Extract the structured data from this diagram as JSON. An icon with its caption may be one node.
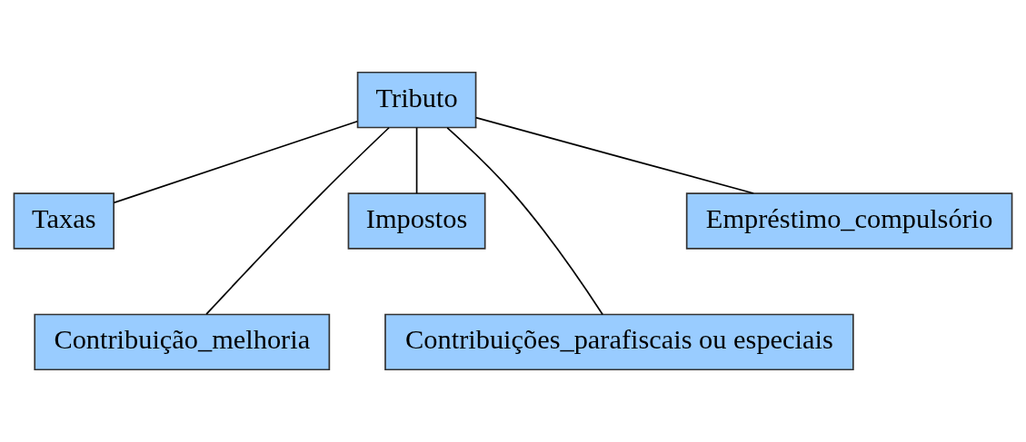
{
  "diagram": {
    "nodes": [
      {
        "text": [
          "Tributo"
        ]
      },
      {
        "text": [
          "Taxas"
        ]
      },
      {
        "text": [
          "Contribuição_melhoria"
        ]
      },
      {
        "text": [
          "Impostos"
        ]
      },
      {
        "text": [
          "Contribuições_parafiscais ou especiais"
        ]
      },
      {
        "text": [
          "Empréstimo_compulsório"
        ]
      }
    ],
    "edges": [
      {
        "from": 0,
        "to": 1,
        "arrow": "none"
      },
      {
        "from": 0,
        "to": 2,
        "arrow": "none"
      },
      {
        "from": 0,
        "to": 3,
        "arrow": "none"
      },
      {
        "from": 0,
        "to": 4,
        "arrow": "none"
      },
      {
        "from": 0,
        "to": 5,
        "arrow": "none"
      }
    ]
  }
}
